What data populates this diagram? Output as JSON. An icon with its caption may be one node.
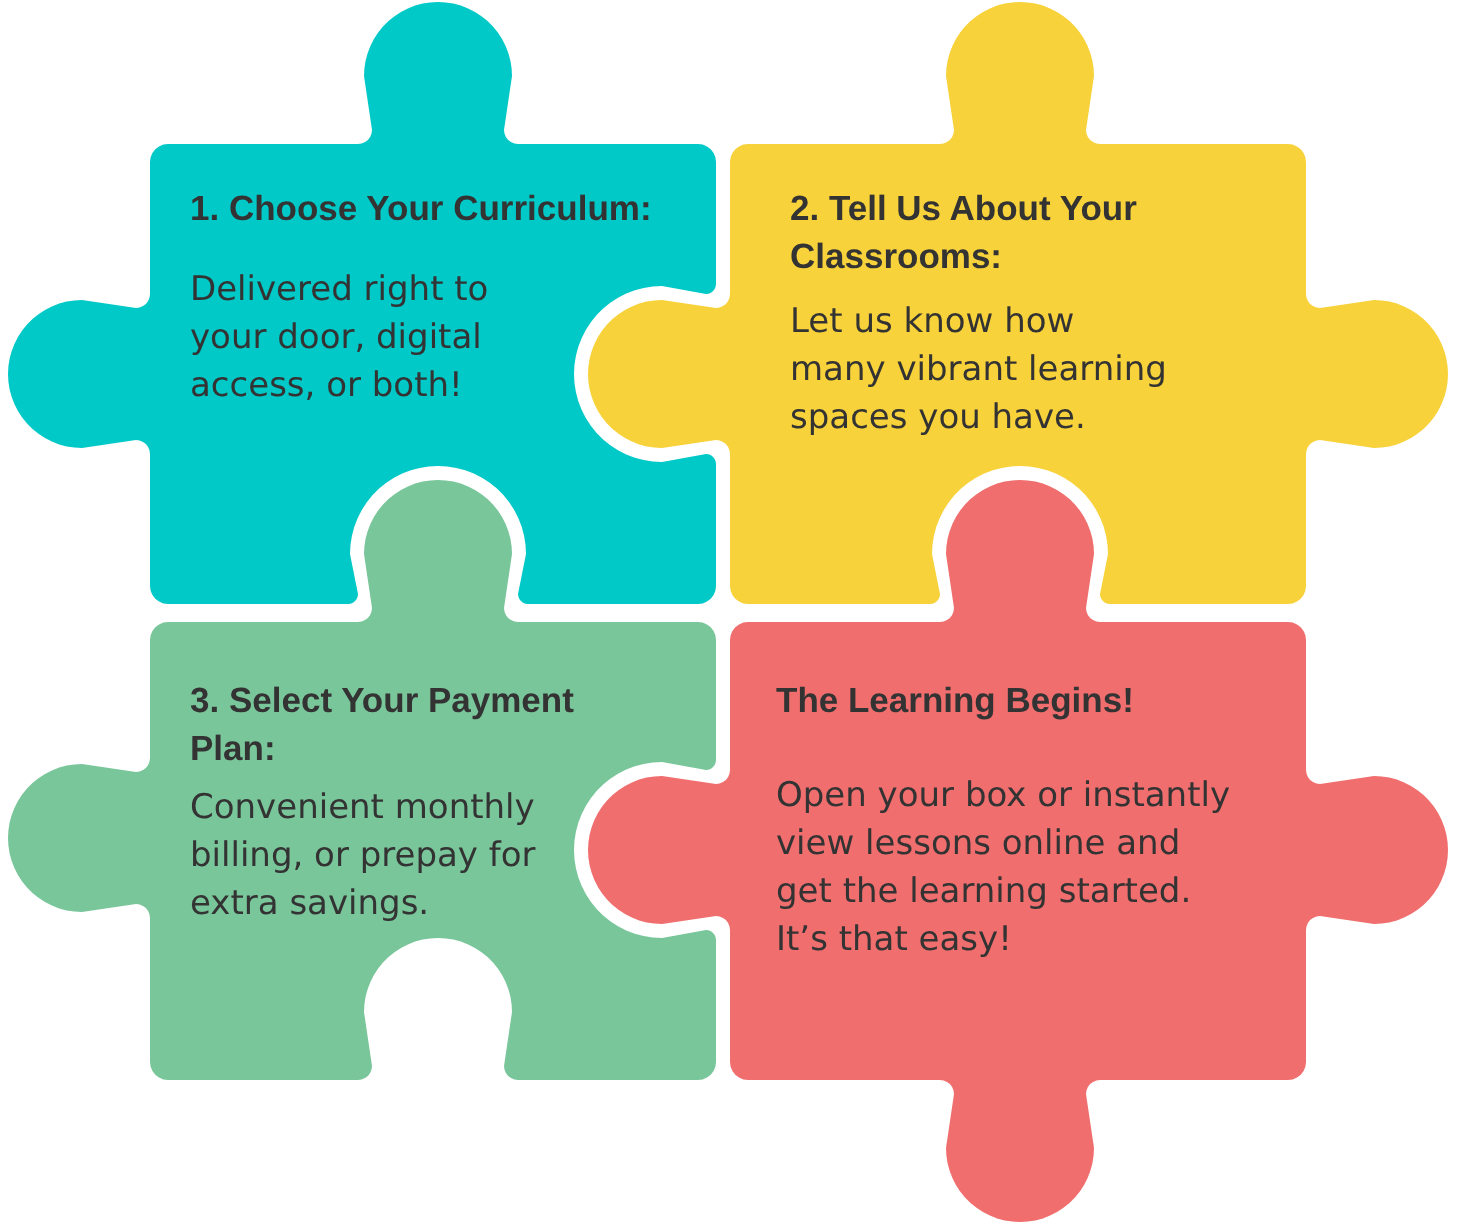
{
  "diagram": {
    "nodes": [
      {
        "text": [
          "1. Choose Your Curriculum:",
          "Delivered right to your door, digital access, or both!"
        ]
      },
      {
        "text": [
          "2. Tell Us About Your Classrooms:",
          "Let us know how many vibrant learning spaces you have."
        ]
      },
      {
        "text": [
          "3. Select Your Payment Plan:",
          "Convenient monthly billing, or prepay for extra savings."
        ]
      },
      {
        "text": [
          "The Learning Begins!",
          "Open your box or instantly view lessons online and get the learning started. It’s that easy!"
        ]
      }
    ]
  }
}
